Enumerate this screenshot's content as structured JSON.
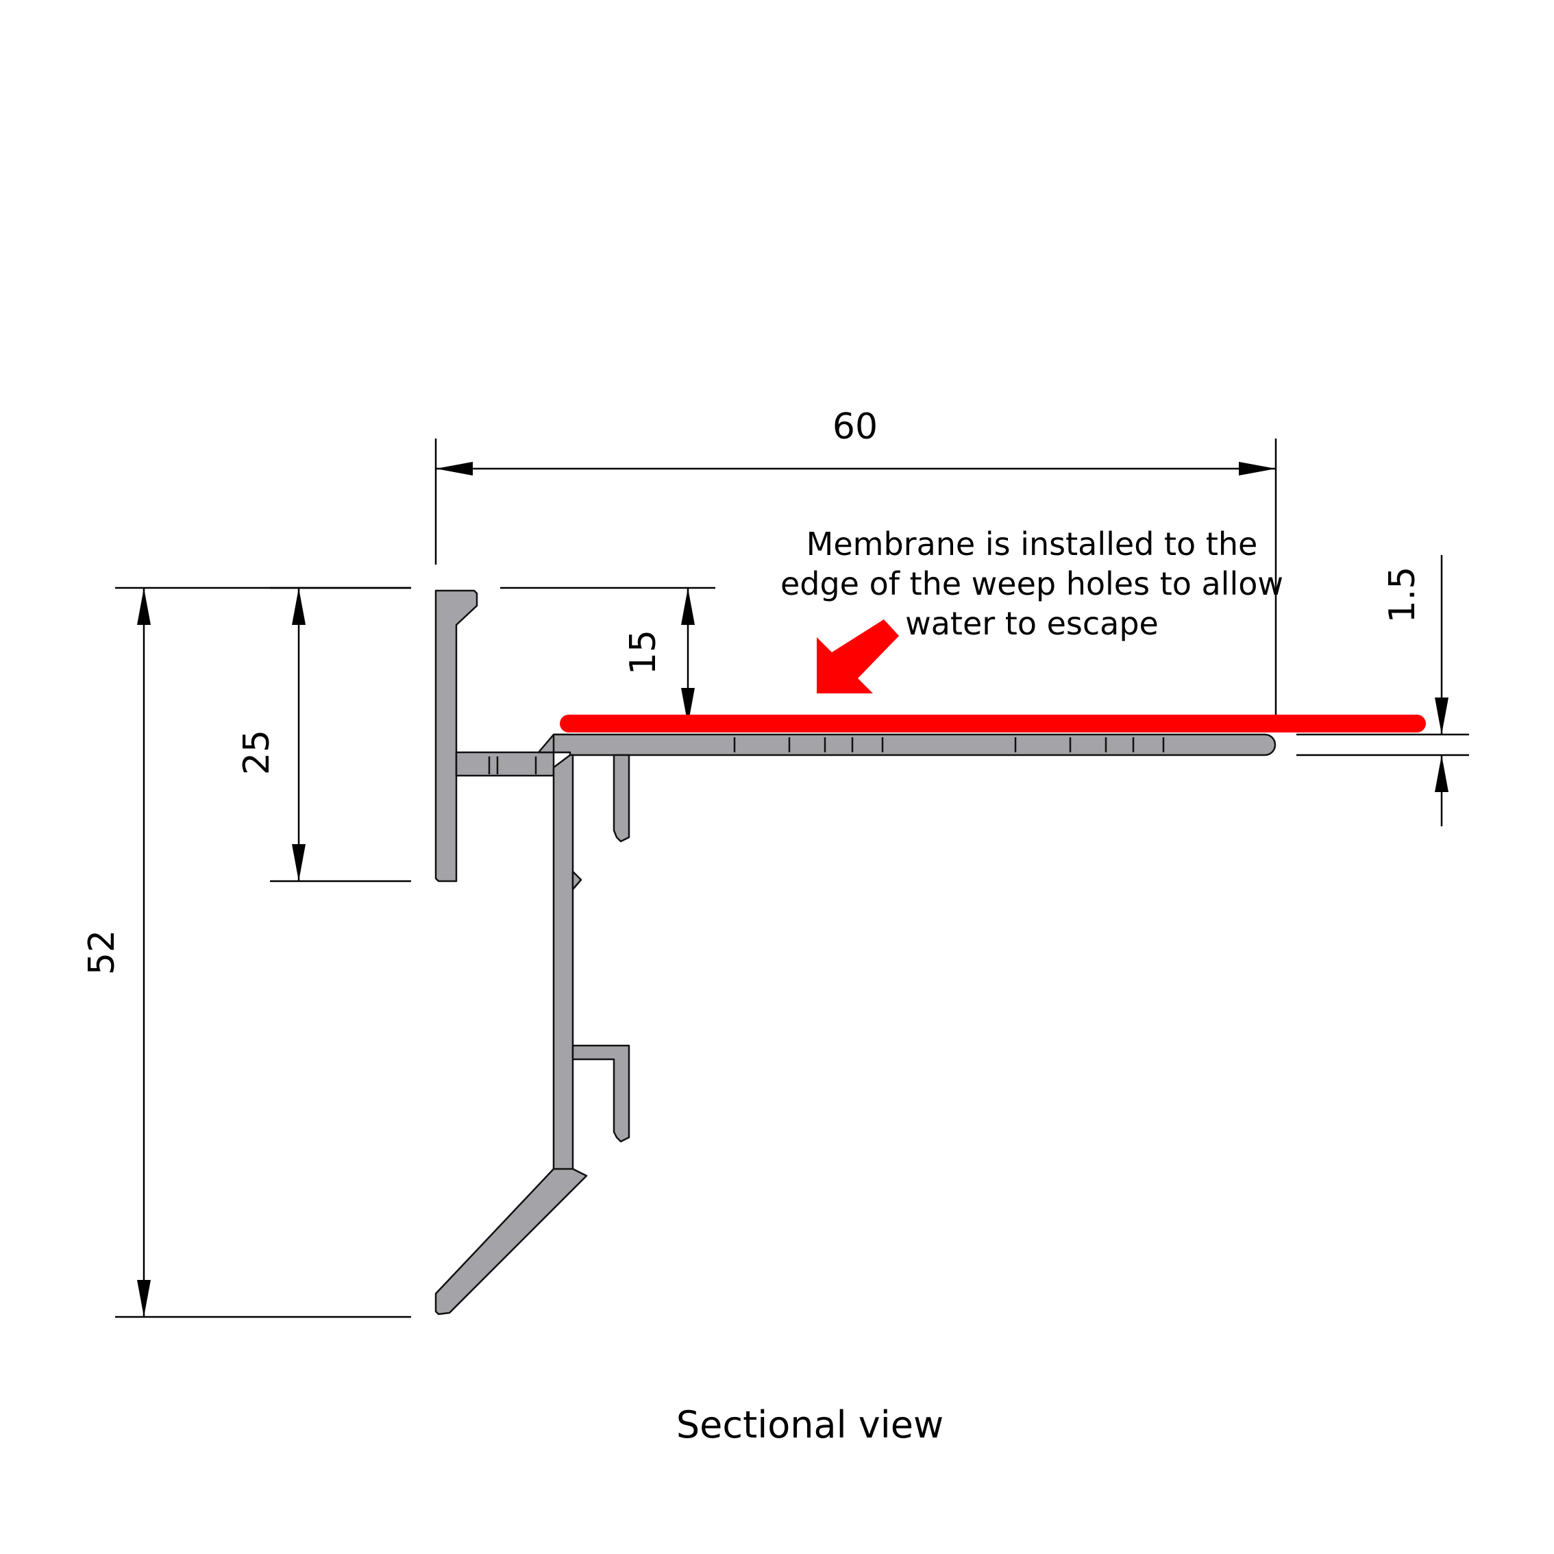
{
  "dimensions": {
    "overall_width": "60",
    "overall_height": "52",
    "upper_leg_height": "25",
    "upstand_height": "15",
    "flange_thickness": "1.5"
  },
  "annotation": {
    "lines": [
      "Membrane is installed to the",
      "edge of the weep holes to allow",
      "water to escape"
    ]
  },
  "caption": "Sectional view",
  "colors": {
    "membrane": "#ff0000",
    "profile_fill": "#a4a4a8",
    "arrow": "#ff0000"
  },
  "icons": {
    "pointer": "red-arrow-icon"
  }
}
